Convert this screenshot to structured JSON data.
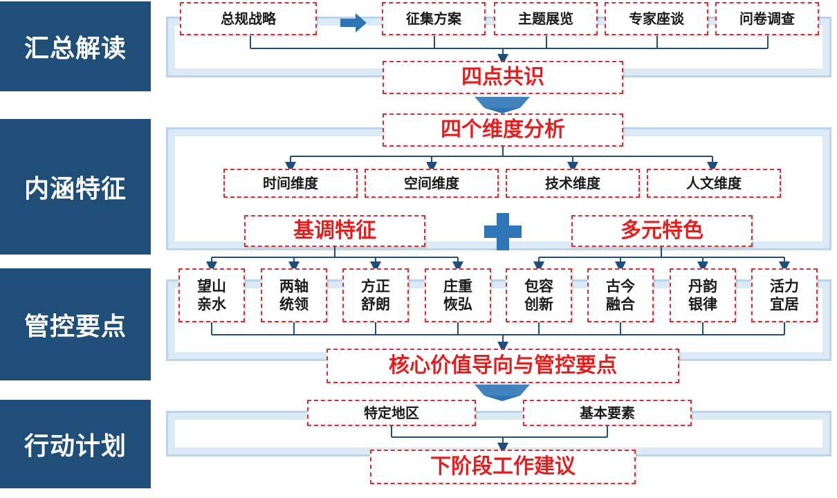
{
  "sections": [
    {
      "label": "汇总解读"
    },
    {
      "label": "内涵特征"
    },
    {
      "label": "管控要点"
    },
    {
      "label": "行动计划"
    }
  ],
  "stage1": {
    "strategy": "总规战略",
    "sources": [
      "征集方案",
      "主题展览",
      "专家座谈",
      "问卷调查"
    ],
    "consensus": "四点共识"
  },
  "stage2": {
    "analysis": "四个维度分析",
    "dimensions": [
      "时间维度",
      "空间维度",
      "技术维度",
      "人文维度"
    ],
    "tone": "基调特征",
    "diverse": "多元特色"
  },
  "stage3": {
    "features": [
      "望山\n亲水",
      "两轴\n统领",
      "方正\n舒朗",
      "庄重\n恢弘",
      "包容\n创新",
      "古今\n融合",
      "丹韵\n银律",
      "活力\n宜居"
    ],
    "core": "核心价值导向与管控要点"
  },
  "stage4": {
    "areas": [
      "特定地区",
      "基本要素"
    ],
    "next": "下阶段工作建议"
  },
  "colors": {
    "sidebar": "#1f4e79",
    "accent_red": "#e02020",
    "arrow_blue": "#2e75b6",
    "band": "#dce9f6",
    "line": "#1f4e79"
  }
}
